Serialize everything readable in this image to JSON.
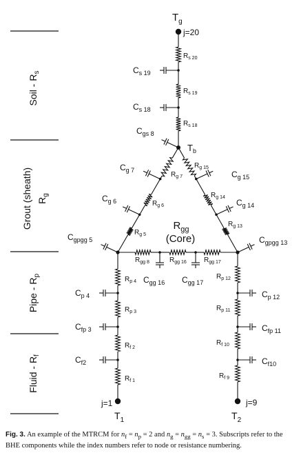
{
  "sections": [
    {
      "main": "Soil - R",
      "sub": "s"
    },
    {
      "line1": "Grout (sheath)",
      "main": "R",
      "sub": "g"
    },
    {
      "main": "Pipe - R",
      "sub": "p"
    },
    {
      "main": "Fluid - R",
      "sub": "f"
    }
  ],
  "nodes": {
    "tg": {
      "main": "T",
      "sub": "g"
    },
    "tb": {
      "main": "T",
      "sub": "b"
    },
    "t1": {
      "main": "T",
      "sub": "1"
    },
    "t2": {
      "main": "T",
      "sub": "2"
    },
    "j20": "j=20",
    "j1": "j=1",
    "j9": "j=9"
  },
  "resistors": {
    "rs20": {
      "main": "R",
      "sub": "s 20"
    },
    "rs19": {
      "main": "R",
      "sub": "s 19"
    },
    "rs18": {
      "main": "R",
      "sub": "s 18"
    },
    "rg7": {
      "main": "R",
      "sub": "g 7"
    },
    "rg15": {
      "main": "R",
      "sub": "g 15"
    },
    "rg6": {
      "main": "R",
      "sub": "g 6"
    },
    "rg14": {
      "main": "R",
      "sub": "g 14"
    },
    "rg5": {
      "main": "R",
      "sub": "g 5"
    },
    "rg13": {
      "main": "R",
      "sub": "g 13"
    },
    "rgg8": {
      "main": "R",
      "sub": "gg 8"
    },
    "rgg16": {
      "main": "R",
      "sub": "gg 16"
    },
    "rgg17": {
      "main": "R",
      "sub": "gg 17"
    },
    "rp4": {
      "main": "R",
      "sub": "p 4"
    },
    "rp3": {
      "main": "R",
      "sub": "p 3"
    },
    "rp12": {
      "main": "R",
      "sub": "p 12"
    },
    "rp11": {
      "main": "R",
      "sub": "p 11"
    },
    "rf2": {
      "main": "R",
      "sub": "f 2"
    },
    "rf1": {
      "main": "R",
      "sub": "f 1"
    },
    "rf10": {
      "main": "R",
      "sub": "f 10"
    },
    "rf9": {
      "main": "R",
      "sub": "f 9"
    }
  },
  "capacitors": {
    "cs19": {
      "main": "C",
      "sub": "s 19"
    },
    "cs18": {
      "main": "C",
      "sub": "s 18"
    },
    "cgs8": {
      "main": "C",
      "sub": "gs 8"
    },
    "cg7": {
      "main": "C",
      "sub": "g 7"
    },
    "cg15": {
      "main": "C",
      "sub": "g 15"
    },
    "cg6": {
      "main": "C",
      "sub": "g 6"
    },
    "cg14": {
      "main": "C",
      "sub": "g 14"
    },
    "cgpgg5": {
      "main": "C",
      "sub": "gpgg 5"
    },
    "cgpgg13": {
      "main": "C",
      "sub": "gpgg 13"
    },
    "cgg16": {
      "main": "C",
      "sub": "gg 16"
    },
    "cgg17": {
      "main": "C",
      "sub": "gg 17"
    },
    "cp4": {
      "main": "C",
      "sub": "p 4"
    },
    "cfp3": {
      "main": "C",
      "sub": "fp 3"
    },
    "cp12": {
      "main": "C",
      "sub": "p 12"
    },
    "cfp11": {
      "main": "C",
      "sub": "fp 11"
    },
    "cf2": {
      "main": "C",
      "sub": "f2"
    },
    "cf10": {
      "main": "C",
      "sub": "f10"
    }
  },
  "core": {
    "r_main": "R",
    "r_sub": "gg",
    "label": "(Core)"
  },
  "caption": {
    "label": "Fig. 3.",
    "p1": " An example of the MTRCM for ",
    "nf": "n",
    "nf_sub": "f",
    "eq1": " = ",
    "np": "n",
    "np_sub": "p",
    "eq2": " = 2 and ",
    "ng": "n",
    "ng_sub": "g",
    "eq3": " = ",
    "ngg": "n",
    "ngg_sub": "gg",
    "eq4": " = ",
    "ns": "n",
    "ns_sub": "s",
    "p2": " = 3. Subscripts refer to the BHE components while the index numbers refer to node or resistance numbering."
  }
}
